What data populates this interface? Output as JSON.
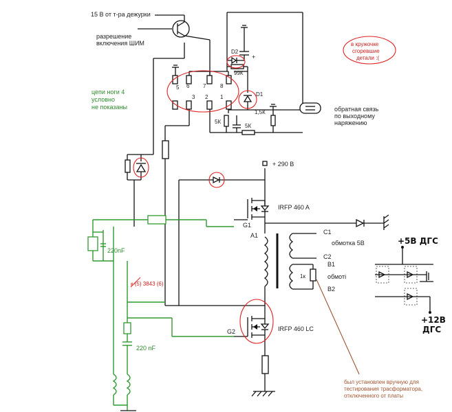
{
  "labels": {
    "supply_note": "15 В от т-ра дежурки",
    "pwm_enable_1": "разрешение",
    "pwm_enable_2": "включения ШИМ",
    "burnt_1": "в кружочке",
    "burnt_2": "сгоревшие",
    "burnt_3": "детали :(",
    "leg4_1": "цепи ноги 4",
    "leg4_2": "условно",
    "leg4_3": "не показаны",
    "feedback_1": "обратная связь",
    "feedback_2": "по выходному",
    "feedback_3": "наряжению",
    "d2": "D2",
    "r99k": "99К",
    "d1": "D1",
    "r1_5k": "1,5К",
    "r5k_a": "5К",
    "r5k_b": "5К",
    "pin5": "5",
    "pin6": "6",
    "pin7": "7",
    "pin8": "8",
    "pin3": "3",
    "pin2": "2",
    "pin1": "1",
    "v290": "+ 290 В",
    "irfp_a": "IRFP 460 A",
    "irfp_lc": "IRFP 460 LC",
    "g1": "G1",
    "g2": "G2",
    "a1": "A1",
    "c1": "C1",
    "c2": "C2",
    "winding5v": "обмотка 5В",
    "b1": "B1",
    "b2": "B2",
    "r1k": "1к",
    "winding_short": "обмотi",
    "cap220_a": "220nF",
    "cap220_b": "220 nF",
    "ic_ref": "к (5) 3843 (6)",
    "manual_1": "был установлен вручную для",
    "manual_2": "тестирования трасформатора,",
    "manual_3": "отключенного от платы",
    "plus5v": "+5В ДГС",
    "plus12v_1": "+12В",
    "plus12v_2": "ДГС"
  },
  "colors": {
    "wire": "#111111",
    "green_net": "#2e9a2e",
    "burnt_marker": "#e02020",
    "note_brown": "#a0522d"
  }
}
